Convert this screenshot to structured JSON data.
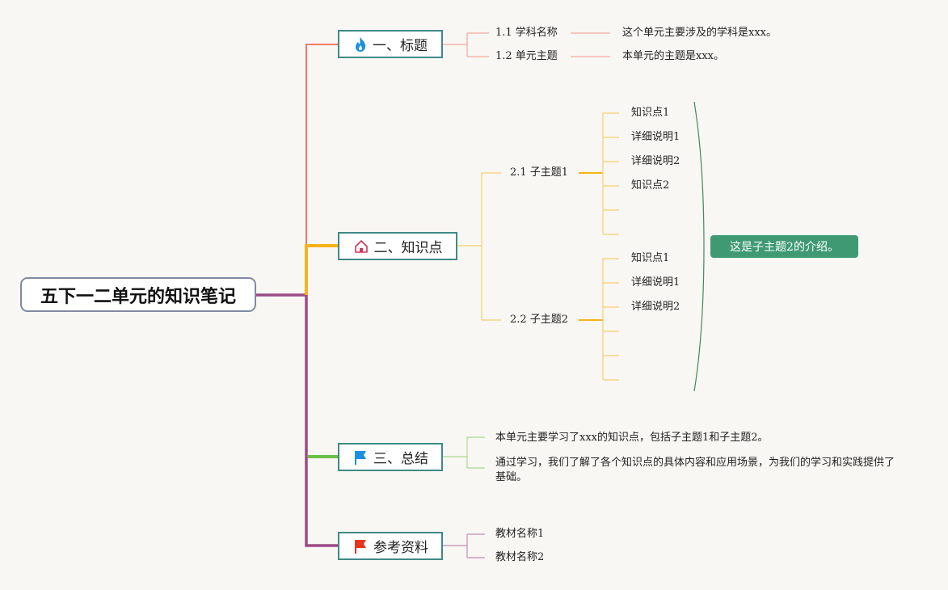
{
  "title": "五下一二单元的知识笔记",
  "branches": [
    {
      "label": "一、标题",
      "icon": "fire-icon",
      "items": [
        {
          "label": "1.1 学科名称",
          "detail": "这个单元主要涉及的学科是xxx。"
        },
        {
          "label": "1.2 单元主题",
          "detail": "本单元的主题是xxx。"
        }
      ]
    },
    {
      "label": "二、知识点",
      "icon": "home-icon",
      "subtopics": [
        {
          "label": "2.1 子主题1",
          "items": [
            "知识点1",
            "详细说明1",
            "详细说明2",
            "知识点2",
            "",
            ""
          ]
        },
        {
          "label": "2.2 子主题2",
          "items": [
            "知识点1",
            "详细说明1",
            "详细说明2",
            "",
            "",
            ""
          ]
        }
      ],
      "callout": "这是子主题2的介绍。"
    },
    {
      "label": "三、总结",
      "icon": "blue-flag-icon",
      "paragraphs": [
        "本单元主要学习了xxx的知识点，包括子主题1和子主题2。",
        "通过学习，我们了解了各个知识点的具体内容和应用场景，为我们的学习和实践提供了基础。"
      ]
    },
    {
      "label": "参考资料",
      "icon": "red-flag-icon",
      "items": [
        "教材名称1",
        "教材名称2"
      ]
    }
  ],
  "colors": {
    "branch_1": "#f07a6a",
    "branch_2": "#f7b21b",
    "branch_3": "#6cc04a",
    "branch_4": "#9c4a86",
    "node_border": "#3f8a86",
    "callout": "#3f9a73"
  }
}
